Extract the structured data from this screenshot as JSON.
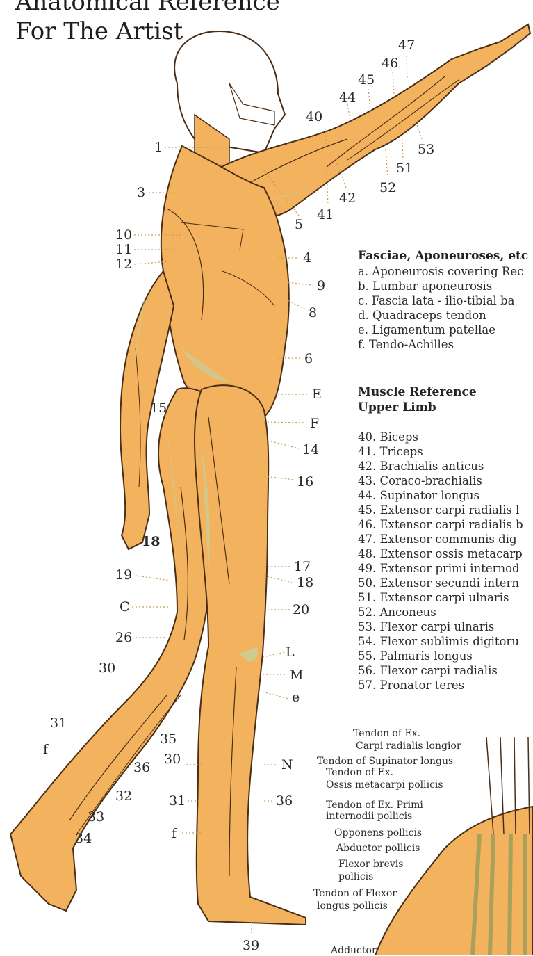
{
  "title": {
    "line1": "Anatomical Reference",
    "line2": "For The Artist"
  },
  "figure_labels": {
    "n1": "1",
    "n3": "3",
    "n10": "10",
    "n11": "11",
    "n12": "12",
    "n4": "4",
    "n9": "9",
    "n8": "8",
    "n6": "6",
    "nE": "E",
    "nF": "F",
    "n14": "14",
    "n15": "15",
    "n16": "16",
    "n18a": "18",
    "n17": "17",
    "n18b": "18",
    "n19": "19",
    "nC": "C",
    "n20": "20",
    "n26": "26",
    "nL": "L",
    "nM": "M",
    "ne": "e",
    "n30a": "30",
    "n31a": "31",
    "nf1": "f",
    "n35": "35",
    "n36a": "36",
    "n32": "32",
    "n33": "33",
    "n34": "34",
    "n30b": "30",
    "nN": "N",
    "n31b": "31",
    "n36b": "36",
    "nf2": "f",
    "n39": "39",
    "n40": "40",
    "n44": "44",
    "n45": "45",
    "n46": "46",
    "n47": "47",
    "n53": "53",
    "n51": "51",
    "n52": "52",
    "n42": "42",
    "n41": "41",
    "n5": "5"
  },
  "fasciae": {
    "heading": "Fasciae, Aponeuroses, etc",
    "items": [
      "a. Aponeurosis covering Rec",
      "b. Lumbar aponeurosis",
      "c. Fascia lata - ilio-tibial ba",
      "d. Quadraceps tendon",
      "e. Ligamentum patellae",
      "f. Tendo-Achilles"
    ]
  },
  "muscles": {
    "heading1": "Muscle Reference",
    "heading2": "Upper Limb",
    "items": [
      "40. Biceps",
      "41. Triceps",
      "42. Brachialis anticus",
      "43. Coraco-brachialis",
      "44. Supinator longus",
      "45. Extensor carpi radialis l",
      "46. Extensor carpi radialis b",
      "47. Extensor communis dig",
      "48. Extensor ossis metacarp",
      "49. Extensor primi internod",
      "50. Extensor secundi intern",
      "51. Extensor carpi ulnaris",
      "52. Anconeus",
      "53. Flexor carpi ulnaris",
      "54. Flexor sublimis digitoru",
      "55. Palmaris longus",
      "56. Flexor carpi radialis",
      "57. Pronator teres"
    ]
  },
  "hand_labels": {
    "h1a": "Tendon of Ex.",
    "h1b": "Carpi radialis longior",
    "h2": "Tendon of Supinator longus",
    "h3a": "Tendon of Ex.",
    "h3b": "Ossis metacarpi pollicis",
    "h4a": "Tendon of Ex. Primi",
    "h4b": "internodii pollicis",
    "h5": "Opponens pollicis",
    "h6": "Abductor pollicis",
    "h7a": "Flexor brevis",
    "h7b": "pollicis",
    "h8a": "Tendon of Flexor",
    "h8b": "longus pollicis",
    "h9": "Adductor"
  },
  "colors": {
    "muscle": "#f2b25e",
    "muscle_dark": "#e79a3c",
    "tendon": "#c7cf9a",
    "outline": "#4a2d16",
    "leader": "#c99a4c"
  }
}
